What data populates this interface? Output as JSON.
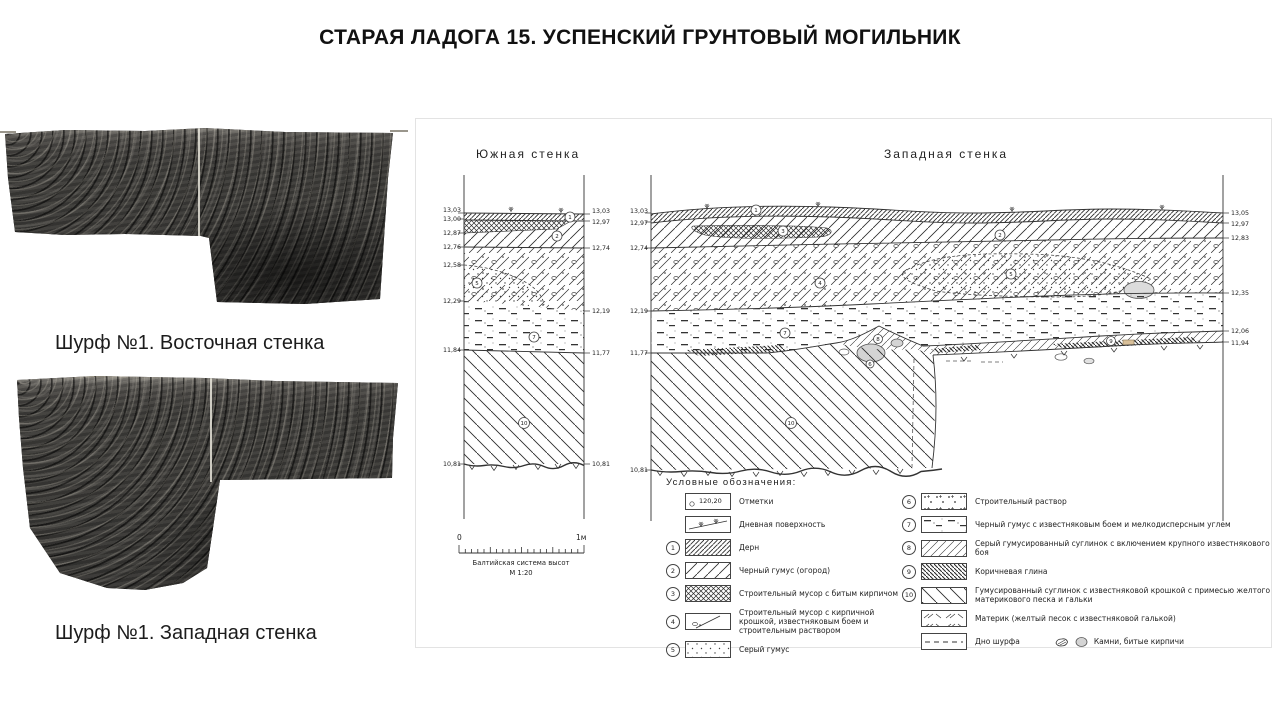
{
  "title": "СТАРАЯ ЛАДОГА 15. УСПЕНСКИЙ ГРУНТОВЫЙ МОГИЛЬНИК",
  "photos": {
    "east": {
      "caption": "Шурф №1. Восточная стенка"
    },
    "west": {
      "caption": "Шурф №1. Западная стенка"
    }
  },
  "sections": {
    "south": {
      "title": "Южная стенка",
      "left_marks": [
        "13,03",
        "13,00",
        "12,87",
        "12,76",
        "12,58",
        "12,29",
        "11,84",
        "10,81"
      ],
      "right_marks": [
        "13,03",
        "12,97",
        "12,74",
        "12,19",
        "11,77",
        "10,81"
      ],
      "labels": [
        "1",
        "2",
        "5",
        "7",
        "10"
      ]
    },
    "west": {
      "title": "Западная стенка",
      "left_marks": [
        "13,03",
        "12,97",
        "12,74",
        "12,19",
        "11,77",
        "10,81"
      ],
      "right_marks": [
        "13,05",
        "12,97",
        "12,83",
        "12,35",
        "12,06",
        "11,94"
      ],
      "labels": [
        "1",
        "3",
        "2",
        "4",
        "5",
        "7",
        "8",
        "6",
        "9",
        "10"
      ]
    }
  },
  "scalebar": {
    "zero": "0",
    "one": "1м",
    "system": "Балтийская система высот",
    "ratio": "М 1:20"
  },
  "legend": {
    "title": "Условные обозначения:",
    "marks_value": "120,20",
    "left": [
      {
        "num": "",
        "label": "Отметки"
      },
      {
        "num": "",
        "label": "Дневная поверхность"
      },
      {
        "num": "1",
        "label": "Дерн"
      },
      {
        "num": "2",
        "label": "Черный гумус (огород)"
      },
      {
        "num": "3",
        "label": "Строительный мусор с битым кирпичом"
      },
      {
        "num": "4",
        "label": "Строительный мусор с кирпичной крошкой, известняковым боем и строительным раствором"
      },
      {
        "num": "5",
        "label": "Серый гумус"
      }
    ],
    "right": [
      {
        "num": "6",
        "label": "Строительный раствор"
      },
      {
        "num": "7",
        "label": "Черный гумус с известняковым боем и мелкодисперсным углем"
      },
      {
        "num": "8",
        "label": "Серый гумусированный суглинок с включением крупного известнякового боя"
      },
      {
        "num": "9",
        "label": "Коричневая глина"
      },
      {
        "num": "10",
        "label": "Гумусированный суглинок с известняковой крошкой с примесью желтого материкового песка и гальки"
      },
      {
        "num": "",
        "label": "Материк (желтый песок с известняковой галькой)"
      },
      {
        "num": "",
        "label": "Дно шурфа"
      }
    ],
    "stones_label": "Камни, битые кирпичи"
  }
}
